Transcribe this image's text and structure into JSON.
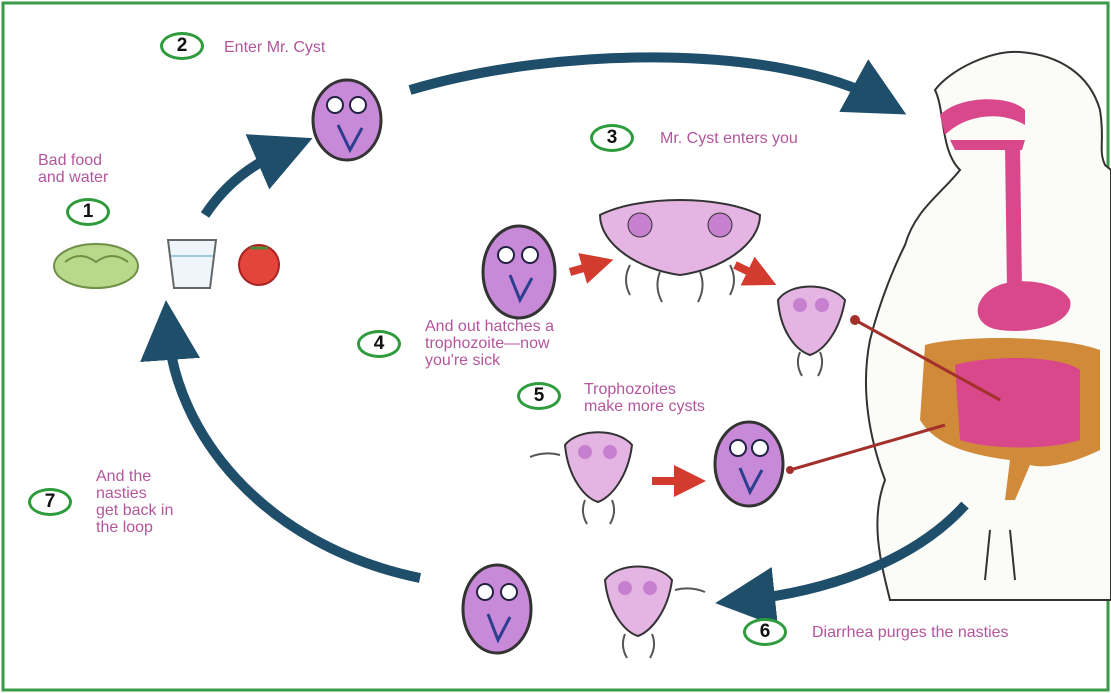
{
  "colors": {
    "arrow": "#1f4e6b",
    "label_text": "#b3569c",
    "badge_border": "#2e9b3c",
    "frame": "#3a9a4a",
    "cyst_fill": "#c88ad8",
    "red_arrow": "#d23b2e",
    "stomach": "#d9488a",
    "intestine": "#d08a3a"
  },
  "steps": [
    {
      "num": "1",
      "text": "Bad food\nand water"
    },
    {
      "num": "2",
      "text": "Enter Mr. Cyst"
    },
    {
      "num": "3",
      "text": "Mr. Cyst enters you"
    },
    {
      "num": "4",
      "text": "And out hatches a\ntrophozoite—now\nyou're sick"
    },
    {
      "num": "5",
      "text": "Trophozoites\nmake more cysts"
    },
    {
      "num": "6",
      "text": "Diarrhea purges the nasties"
    },
    {
      "num": "7",
      "text": "And the\nnasties\nget back in\nthe loop"
    }
  ],
  "icons": {
    "food": [
      "lettuce-icon",
      "water-glass-icon",
      "tomato-icon"
    ],
    "organisms": [
      "cyst-icon",
      "trophozoite-icon"
    ],
    "body": "human-body-icon"
  }
}
